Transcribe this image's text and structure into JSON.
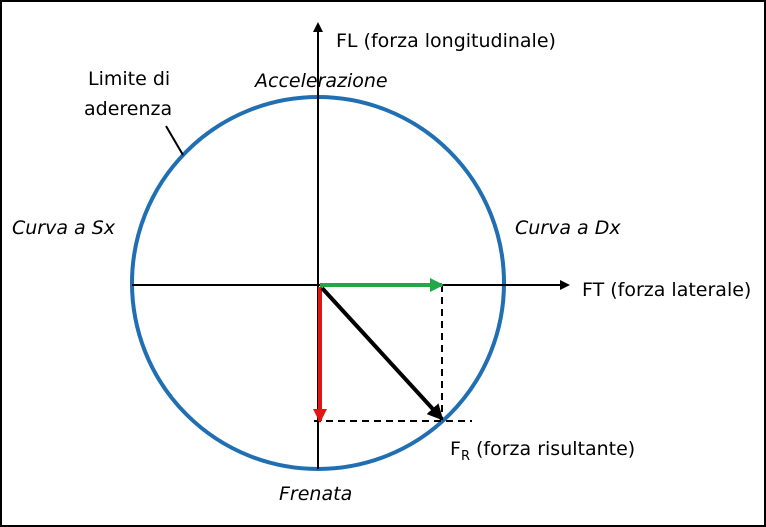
{
  "labels": {
    "axis_fl": "FL (forza longitudinale)",
    "axis_ft": "FT (forza laterale)",
    "acceleration": "Accelerazione",
    "braking": "Frenata",
    "curve_left": "Curva a Sx",
    "curve_right": "Curva a Dx",
    "limit_line1": "Limite di",
    "limit_line2": "aderenza",
    "resultant_symbol": "F",
    "resultant_subscript": "R",
    "resultant_desc": " (forza risultante)"
  },
  "colors": {
    "circle": "#1f6fb2",
    "lateral_vector": "#22a84a",
    "longitudinal_vector": "#e01515",
    "resultant_vector": "#000000",
    "axes": "#000000"
  }
}
